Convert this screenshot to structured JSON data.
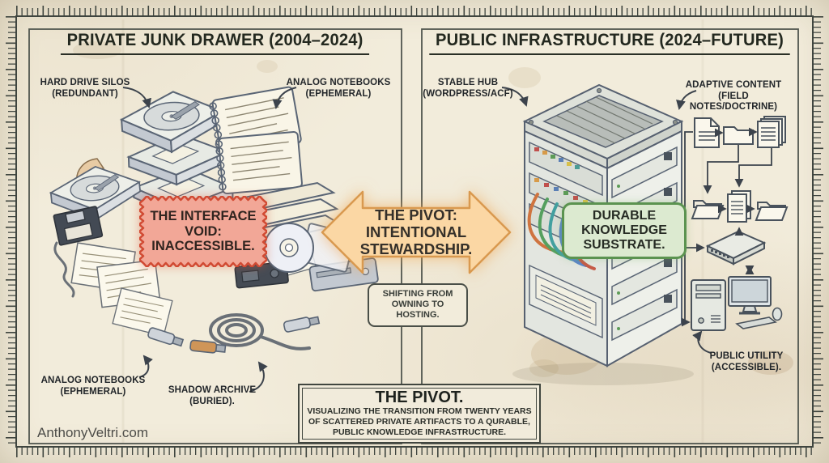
{
  "colors": {
    "paper": "#f2ecdb",
    "frame": "#3d423b",
    "line_art": "#5a6575",
    "badge_red_fill": "#f2a797",
    "badge_red_border": "#d14a33",
    "badge_green_fill": "#dcead0",
    "badge_green_border": "#5b9350",
    "arrow_fill": "#fbd7a4",
    "arrow_border": "#d9994f"
  },
  "left_panel": {
    "title": "PRIVATE JUNK DRAWER (2004–2024)",
    "labels": {
      "hard_drive_silos": {
        "line1": "HARD DRIVE SILOS",
        "line2": "(REDUNDANT)"
      },
      "analog_notebooks_top": {
        "line1": "ANALOG NOTEBOOKS",
        "line2": "(EPHEMERAL)"
      },
      "analog_notebooks_bottom": {
        "line1": "ANALOG NOTEBOOKS",
        "line2": "(EPHEMERAL)"
      },
      "shadow_archive": {
        "line1": "SHADOW ARCHIVE",
        "line2": "(BURIED)."
      }
    },
    "badge": {
      "line1": "THE INTERFACE",
      "line2": "VOID:",
      "line3": "INACCESSIBLE."
    }
  },
  "center": {
    "arrow": {
      "line1": "THE PIVOT:",
      "line2": "INTENTIONAL",
      "line3": "STEWARDSHIP."
    },
    "shifting_note": {
      "line1": "SHIFTING FROM",
      "line2": "OWNING TO HOSTING."
    }
  },
  "right_panel": {
    "title": "PUBLIC INFRASTRUCTURE (2024–FUTURE)",
    "labels": {
      "stable_hub": {
        "line1": "STABLE HUB",
        "line2": "(WORDPRESS/ACF)"
      },
      "adaptive_content": {
        "line1": "ADAPTIVE CONTENT",
        "line2": "(FIELD NOTES/DOCTRINE)"
      },
      "public_utility": {
        "line1": "PUBLIC UTILITY",
        "line2": "(ACCESSIBLE)."
      }
    },
    "badge": {
      "line1": "DURABLE",
      "line2": "KNOWLEDGE",
      "line3": "SUBSTRATE."
    }
  },
  "footer_box": {
    "title": "THE PIVOT.",
    "line1": "VISUALIZING THE TRANSITION FROM TWENTY YEARS",
    "line2": "OF SCATTERED PRIVATE ARTIFACTS TO A QURABLE,",
    "line3": "PUBLIC KNOWLEDGE INFRASTRUCTURE."
  },
  "watermark": "AnthonyVeltri.com"
}
